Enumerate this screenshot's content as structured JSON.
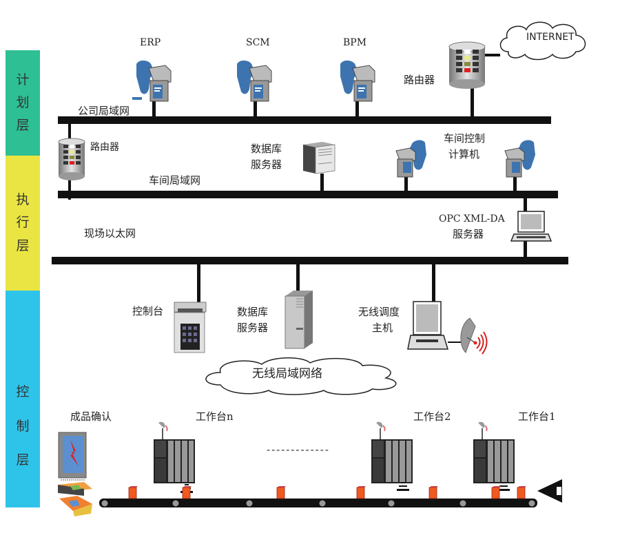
{
  "layers": [
    {
      "name": "plan",
      "chars": [
        "计",
        "划",
        "层"
      ],
      "color": "#2ebf94"
    },
    {
      "name": "exec",
      "chars": [
        "执",
        "行",
        "层"
      ],
      "color": "#eae542"
    },
    {
      "name": "control",
      "chars": [
        "控",
        "制",
        "层"
      ],
      "color": "#2ec4ea"
    }
  ],
  "networks": {
    "company_lan": "公司局域网",
    "workshop_lan": "车间局域网",
    "field_ethernet": "现场以太网",
    "wireless_lan": "无线局域网络",
    "internet": "INTERNET"
  },
  "devices": {
    "erp": "ERP",
    "scm": "SCM",
    "bpm": "BPM",
    "router_top": "路由器",
    "router_left": "路由器",
    "db_server_exec": [
      "数据库",
      "服务器"
    ],
    "workshop_pc": [
      "车间控制",
      "计算机"
    ],
    "opc_server": [
      "OPC XML-DA",
      "服务器"
    ],
    "console": "控制台",
    "db_server_field": [
      "数据库",
      "服务器"
    ],
    "wireless_host": [
      "无线调度",
      "主机"
    ],
    "product_confirm": "成品确认",
    "station_n": "工作台n",
    "station_2": "工作台2",
    "station_1": "工作台1",
    "ellipsis": "-------------"
  },
  "colors": {
    "bus": "#111111",
    "user_blue": "#3d74b0",
    "product": "#f05a1e",
    "led_red": "#e02020",
    "led_yellow": "#e8e890"
  }
}
